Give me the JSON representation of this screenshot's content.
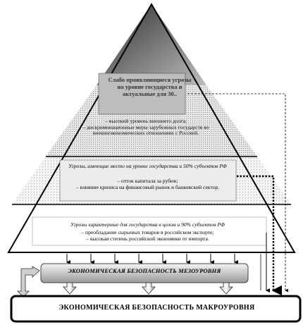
{
  "tier1": {
    "title": "Слабо проявляющиеся угрозы на уровне государства и актуальные для 30..",
    "items": [
      "– высокий уровень внешнего долга;",
      "– дискриминационные меры зарубежных государств во внешнеэкономических отношениях с Россией."
    ]
  },
  "tier2": {
    "heading": "Угрозы, имеющие место на уровне государства и 50% субъектов РФ",
    "items": [
      "– отток капитала за рубеж;",
      "– влияние кризиса на финансовый рынок и банковский сектор."
    ]
  },
  "tier3": {
    "heading": "Угрозы характерные для государства в целом и 90% субъектов РФ",
    "items": [
      "– преобладание сырьевых товаров в российском экспорте;",
      "– высокая степень российской экономики от импорта."
    ]
  },
  "meso_label": "ЭКОНОМИЧЕСКАЯ БЕЗОПАСНОСТЬ МЕЗОУРОВНЯ",
  "macro_label": "ЭКОНОМИЧЕСКАЯ БЕЗОПАСНОСТЬ МАКРОУРОВНЯ"
}
